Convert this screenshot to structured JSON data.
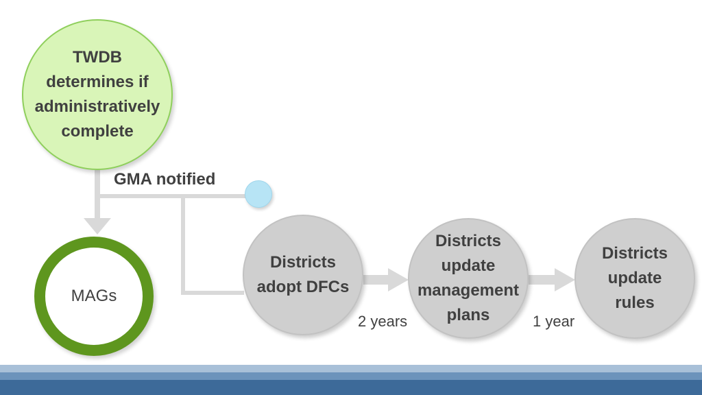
{
  "nodes": {
    "start": "TWDB\ndetermines if\nadministratively\ncomplete",
    "mags": "MAGs",
    "adopt_dfcs": "Districts\nadopt DFCs",
    "update_plans": "Districts\nupdate\nmanagement\nplans",
    "update_rules": "Districts\nupdate\nrules"
  },
  "labels": {
    "gma_notified": "GMA notified",
    "two_years": "2 years",
    "one_year": "1 year"
  },
  "colors": {
    "start_fill": "#d9f5b8",
    "start_border": "#8fcf5c",
    "mags_ring": "#5e961e",
    "gray_node": "#cfcfcf",
    "connector": "#d9d9d9",
    "dot_fill": "#b7e4f5",
    "footer_band_light": "#a8c0d8",
    "footer_band_mid": "#6c93bb",
    "footer_band_dark": "#3d6a99"
  }
}
